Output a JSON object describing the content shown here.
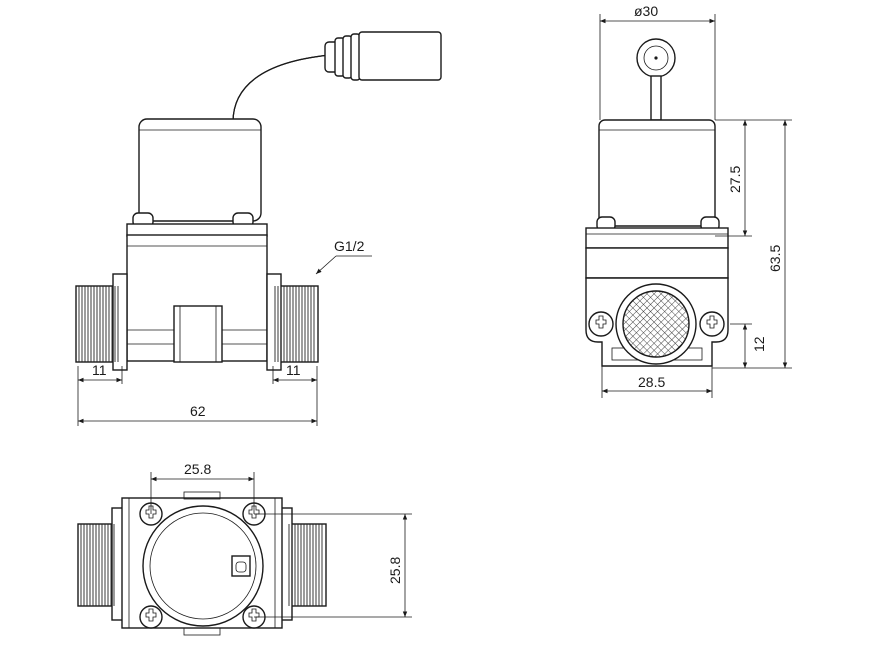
{
  "dimensions": {
    "pipe_left": "11",
    "pipe_right": "11",
    "overall_length": "62",
    "thread": "G1/2",
    "coil_diameter": "ø30",
    "coil_height": "27.5",
    "overall_height": "63.5",
    "flange_height": "12",
    "flange_width": "28.5",
    "bolt_spacing_x": "25.8",
    "bolt_spacing_y": "25.8"
  }
}
